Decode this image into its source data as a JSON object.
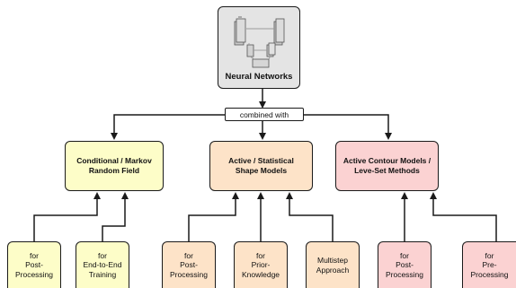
{
  "root": {
    "label": "Neural Networks",
    "icon": "neural-network-architecture-icon"
  },
  "connector": {
    "label": "combined with"
  },
  "categories": [
    {
      "label": "Conditional / Markov\nRandom Field",
      "color": "#fdfdc8"
    },
    {
      "label": "Active / Statistical\nShape Models",
      "color": "#fde3c8"
    },
    {
      "label": "Active Contour Models /\nLeve-Set Methods",
      "color": "#fbd2d2"
    }
  ],
  "leaves": [
    {
      "label": "for\nPost-\nProcessing",
      "category": 0
    },
    {
      "label": "for\nEnd-to-End\nTraining",
      "category": 0
    },
    {
      "label": "for\nPost-\nProcessing",
      "category": 1
    },
    {
      "label": "for\nPrior-\nKnowledge",
      "category": 1
    },
    {
      "label": "Multistep\nApproach",
      "category": 1
    },
    {
      "label": "for\nPost-\nProcessing",
      "category": 2
    },
    {
      "label": "for\nPre-\nProcessing",
      "category": 2
    }
  ],
  "line_color": "#1a1a1a"
}
